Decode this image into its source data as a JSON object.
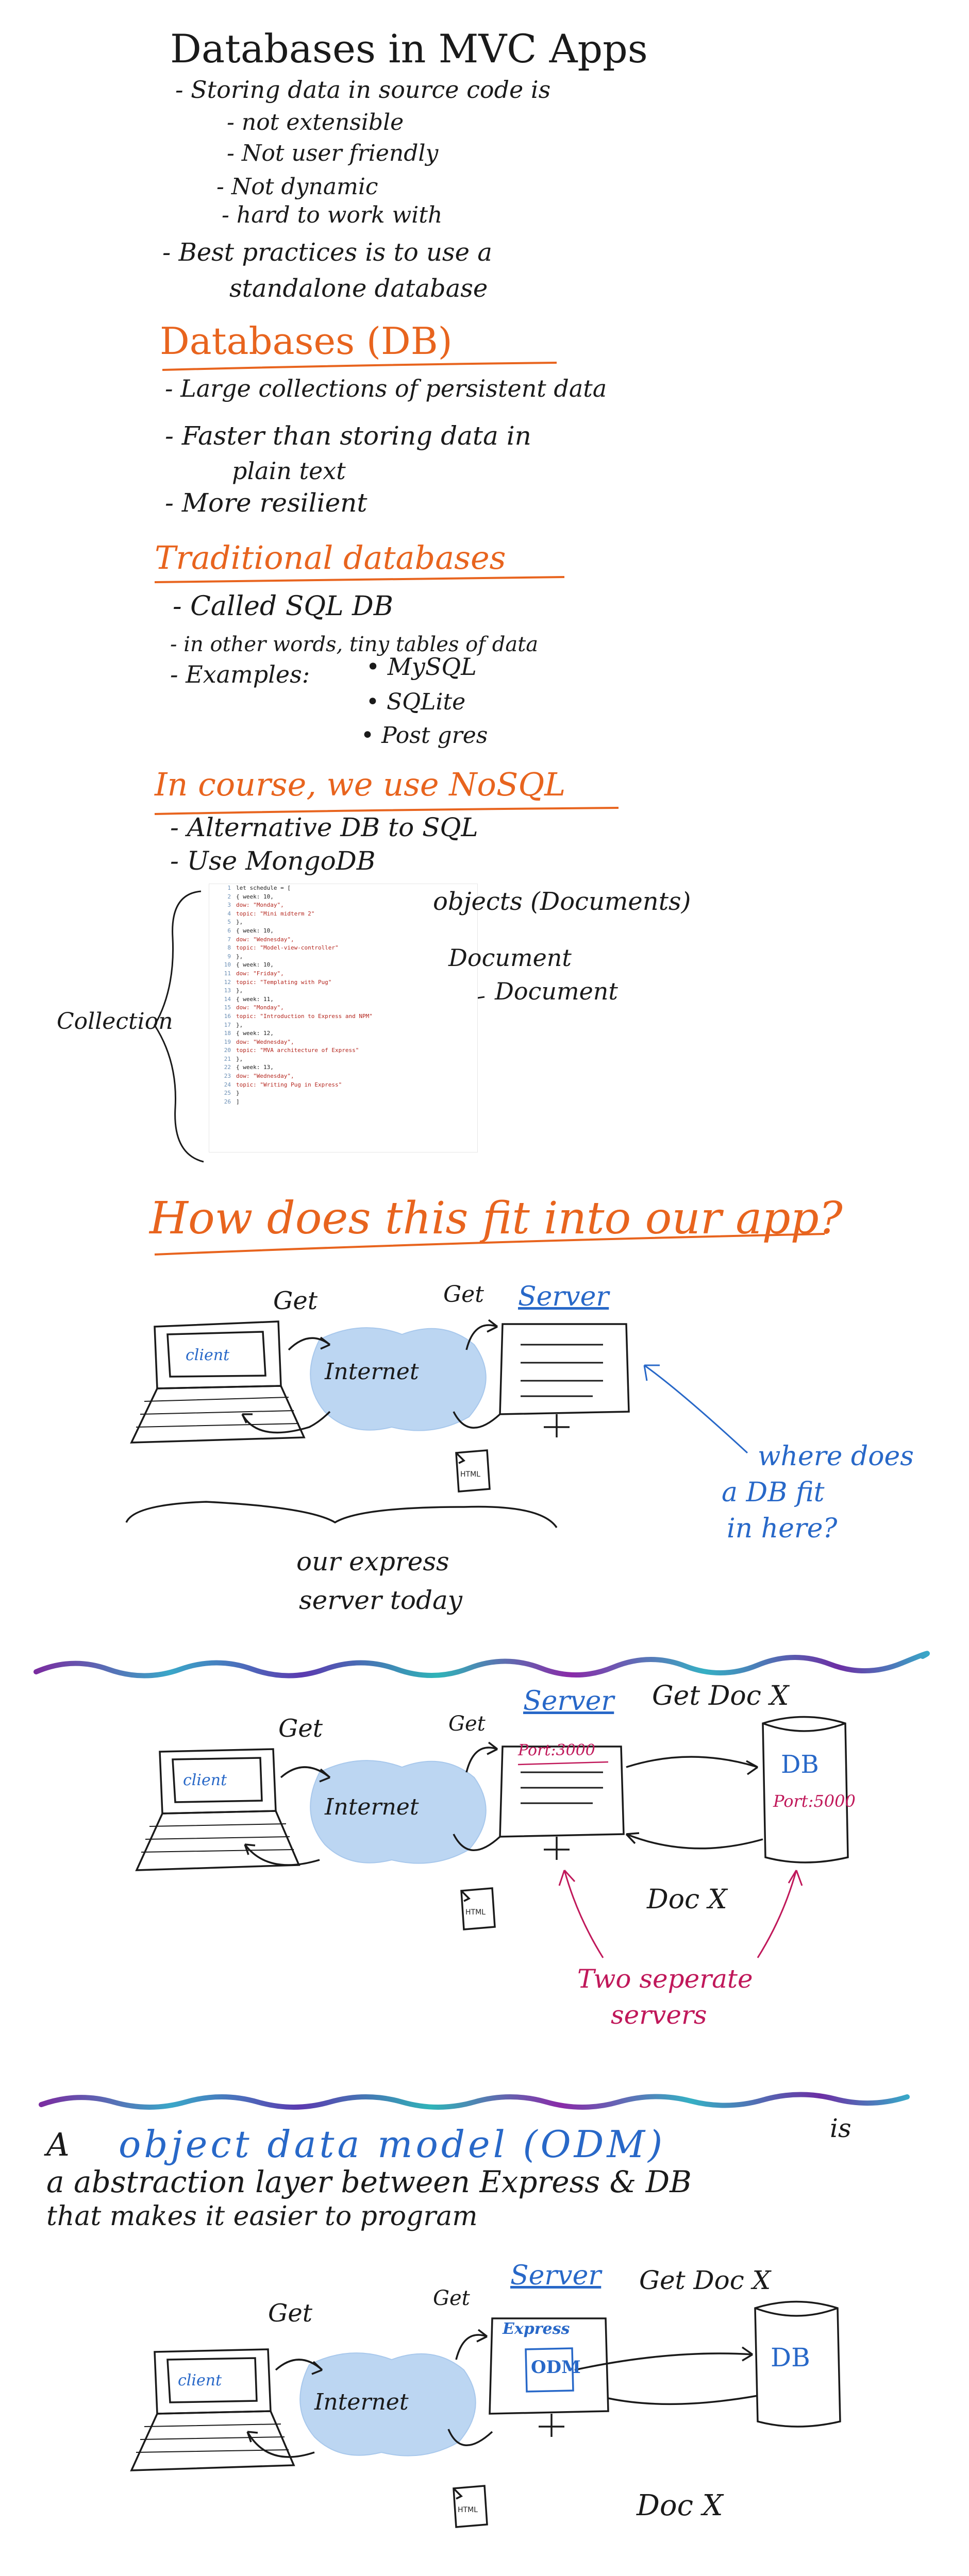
{
  "section1": {
    "title": "Databases in MVC Apps",
    "bullets": [
      "- Storing data in source code is",
      "- not extensible",
      "- Not user friendly",
      "- Not dynamic",
      "- hard to work with",
      "- Best practices is to use a",
      "standalone database"
    ]
  },
  "section2": {
    "title": "Databases (DB)",
    "bullets": [
      "- Large collections of persistent data",
      "- Faster than storing data in",
      "plain text",
      "- More resilient"
    ]
  },
  "section3": {
    "title": "Traditional databases",
    "bullets": [
      "- Called SQL DB",
      "- in other words, tiny tables of data",
      "- Examples:",
      "• MySQL",
      "• SQLite",
      "• Post gres"
    ]
  },
  "section4": {
    "title": "In course, we use NoSQL",
    "bullets": [
      "- Alternative DB to SQL",
      "- Use MongoDB"
    ],
    "collection_label": "Collection",
    "objects_label": "objects (Documents)",
    "document_label_1": "Document",
    "document_label_2": "Document",
    "code": [
      {
        "n": "1",
        "t": "let schedule = ["
      },
      {
        "n": "2",
        "t": "  { week: 10,"
      },
      {
        "n": "3",
        "t": "    dow: \"Monday\","
      },
      {
        "n": "4",
        "t": "    topic: \"Mini midterm 2\""
      },
      {
        "n": "5",
        "t": "  },"
      },
      {
        "n": "6",
        "t": "  { week: 10,"
      },
      {
        "n": "7",
        "t": "    dow: \"Wednesday\","
      },
      {
        "n": "8",
        "t": "    topic: \"Model-view-controller\""
      },
      {
        "n": "9",
        "t": "  },"
      },
      {
        "n": "10",
        "t": "  { week: 10,"
      },
      {
        "n": "11",
        "t": "    dow: \"Friday\","
      },
      {
        "n": "12",
        "t": "    topic: \"Templating with Pug\""
      },
      {
        "n": "13",
        "t": "  },"
      },
      {
        "n": "14",
        "t": "  { week: 11,"
      },
      {
        "n": "15",
        "t": "    dow: \"Monday\","
      },
      {
        "n": "16",
        "t": "    topic: \"Introduction to Express and NPM\""
      },
      {
        "n": "17",
        "t": "  },"
      },
      {
        "n": "18",
        "t": "  { week: 12,"
      },
      {
        "n": "19",
        "t": "    dow: \"Wednesday\","
      },
      {
        "n": "20",
        "t": "    topic: \"MVA architecture of Express\""
      },
      {
        "n": "21",
        "t": "  },"
      },
      {
        "n": "22",
        "t": "  { week: 13,"
      },
      {
        "n": "23",
        "t": "    dow: \"Wednesday\","
      },
      {
        "n": "24",
        "t": "    topic: \"Writing Pug in Express\""
      },
      {
        "n": "25",
        "t": "  }"
      },
      {
        "n": "26",
        "t": "]"
      }
    ]
  },
  "section5": {
    "title": "How does this fit into our app?",
    "get_left": "Get",
    "get_right": "Get",
    "server": "Server",
    "client": "client",
    "internet": "Internet",
    "html": "HTML",
    "question": [
      "where does",
      "a DB fit",
      "in here?"
    ],
    "caption": [
      "our express",
      "server today"
    ]
  },
  "section6": {
    "get_left": "Get",
    "get_right": "Get",
    "server": "Server",
    "port_server": "Port:3000",
    "get_doc": "Get Doc X",
    "db": "DB",
    "port_db": "Port:5000",
    "doc_x": "Doc X",
    "client": "client",
    "internet": "Internet",
    "html": "HTML",
    "note": [
      "Two seperate",
      "servers"
    ]
  },
  "section7": {
    "intro_a": "A",
    "intro_blue": "object data model (ODM)",
    "intro_is": "is",
    "line2": "a abstraction layer between Express & DB",
    "line3": "that makes it easier to program",
    "get_left": "Get",
    "get_right": "Get",
    "server": "Server",
    "express": "Express",
    "odm": "ODM",
    "get_doc": "Get Doc X",
    "db": "DB",
    "doc_x": "Doc X",
    "client": "client",
    "internet": "Internet",
    "html": "HTML"
  }
}
